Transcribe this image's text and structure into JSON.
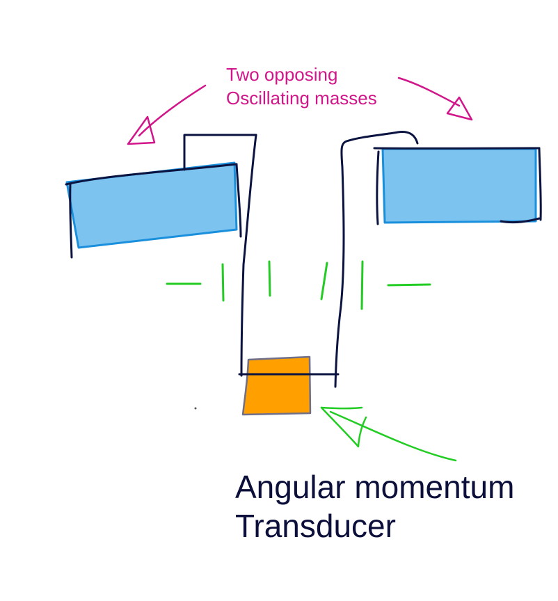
{
  "annotations": {
    "masses_label": [
      "Two opposing",
      "Oscillating masses"
    ],
    "transducer_label": [
      "Angular momentum",
      "Transducer"
    ]
  },
  "colors": {
    "frame_stroke": "#0b1440",
    "mass_fill": "#7cc3f0",
    "mass_stroke": "#1a8fdc",
    "transducer_fill": "#ff9f00",
    "transducer_stroke": "#6f6f8a",
    "pink_annotation": "#d1168a",
    "green_annotation": "#22cc22",
    "main_text": "#0b0f3a"
  },
  "icons": {
    "left_arrow": "hand-drawn-arrow-icon",
    "right_arrow": "hand-drawn-arrow-icon",
    "transducer_arrow": "hand-drawn-arrow-icon"
  }
}
